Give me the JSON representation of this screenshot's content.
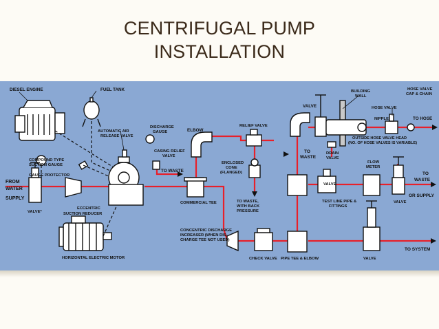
{
  "title": {
    "line1": "CENTRIFUGAL PUMP",
    "line2": "INSTALLATION"
  },
  "labels": {
    "diesel_engine": "DIESEL ENGINE",
    "fuel_tank": "FUEL TANK",
    "compound_gauge_1": "COMPOUND TYPE",
    "compound_gauge_2": "SUCTION GAUGE",
    "gauge_protector": "GAUGE PROTECTOR",
    "from_water_1": "FROM",
    "from_water_2": "WATER",
    "from_water_3": "SUPPLY",
    "valve_star": "VALVE*",
    "eccentric_1": "ECCENTRIC",
    "eccentric_2": "SUCTION REDUCER",
    "auto_air_1": "AUTOMATIC AIR",
    "auto_air_2": "RELEASE VALVE",
    "discharge_gauge_1": "DISCHARGE",
    "discharge_gauge_2": "GAUGE",
    "casing_relief_1": "CASING RELIEF",
    "casing_relief_2": "VALVE",
    "to_waste_1": "TO WASTE",
    "elbow": "ELBOW",
    "commercial_tee": "COMMERCIAL TEE",
    "horizontal_motor": "HORIZONTAL ELECTRIC MOTOR",
    "concentric_1": "CONCENTRIC DISCHARGE",
    "concentric_2": "INCREASER (WHEN DIS-",
    "concentric_3": "CHARGE TEE NOT USED)",
    "relief_valve": "RELIEF VALVE",
    "enclosed_cone_1": "ENCLOSED",
    "enclosed_cone_2": "CONE",
    "enclosed_cone_3": "(FLANGED)",
    "to_waste_back_1": "TO WASTE,",
    "to_waste_back_2": "WITH BACK",
    "to_waste_back_3": "PRESSURE",
    "check_valve": "CHECK VALVE",
    "pipe_tee_elbow": "PIPE TEE & ELBOW",
    "valve_top": "VALVE",
    "building_wall_1": "BUILDING",
    "building_wall_2": "WALL",
    "to_waste_2a": "TO",
    "to_waste_2b": "WASTE",
    "drain_valve_1": "DRAIN",
    "drain_valve_2": "VALVE",
    "hose_valve_1": "HOSE VALVE",
    "hose_valve_2": "CAP & CHAIN",
    "hose_valve": "HOSE VALVE",
    "nipple": "NIPPLE",
    "to_hose": "TO HOSE",
    "outside_head_1": "OUTSIDE HOSE VALVE HEAD",
    "outside_head_2": "(NO. OF HOSE VALVES IS VARIABLE)",
    "flow_meter_1": "FLOW",
    "flow_meter_2": "METER",
    "valve_mid": "VALVE",
    "test_line_1": "TEST LINE PIPE &",
    "test_line_2": "FITTINGS",
    "valve_right": "VALVE",
    "to_waste_3a": "TO",
    "to_waste_3b": "WASTE",
    "or_supply": "OR SUPPLY",
    "valve_bottom": "VALVE",
    "to_system": "TO SYSTEM"
  },
  "colors": {
    "panel": "#8aa8d3",
    "pipe": "#e8202a",
    "component": "#ffffff",
    "outline": "#111111",
    "title": "#3b2a1a"
  }
}
